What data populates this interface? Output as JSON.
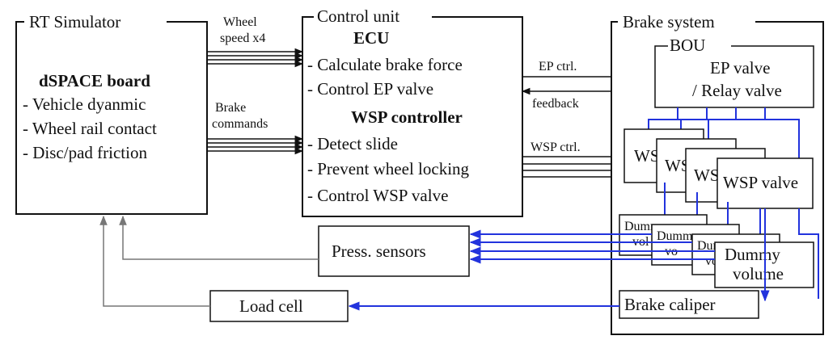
{
  "colors": {
    "signal": "#111111",
    "hydraulic": "#2233dd",
    "feedback": "#777777"
  },
  "rt_simulator": {
    "title": "RT Simulator",
    "board": "dSPACE board",
    "items": [
      "- Vehicle dyanmic",
      "- Wheel rail contact",
      "- Disc/pad friction"
    ]
  },
  "signals": {
    "wheel_speed_1": "Wheel",
    "wheel_speed_2": "speed x4",
    "brake_cmd_1": "Brake",
    "brake_cmd_2": "commands",
    "ep_ctrl": "EP ctrl.",
    "feedback": "feedback",
    "wsp_ctrl": "WSP ctrl."
  },
  "control_unit": {
    "title": "Control unit",
    "ecu": "ECU",
    "ecu_items": [
      "- Calculate brake force",
      "- Control EP valve"
    ],
    "wsp": "WSP controller",
    "wsp_items": [
      "- Detect slide",
      "- Prevent wheel locking",
      "- Control WSP valve"
    ]
  },
  "brake_system": {
    "title": "Brake system",
    "bou": "BOU",
    "ep_valve_1": "EP valve",
    "ep_valve_2": "/ Relay valve",
    "wsp_valves": [
      "WS",
      "WS",
      "WS",
      "WSP valve"
    ],
    "dummy_volumes": [
      [
        "Dummy",
        "vol"
      ],
      [
        "Dummy",
        "vo"
      ],
      [
        "Dummy",
        "vo"
      ],
      [
        "Dummy",
        "volume"
      ]
    ],
    "brake_caliper": "Brake caliper"
  },
  "press_sensors": "Press. sensors",
  "load_cell": "Load cell"
}
